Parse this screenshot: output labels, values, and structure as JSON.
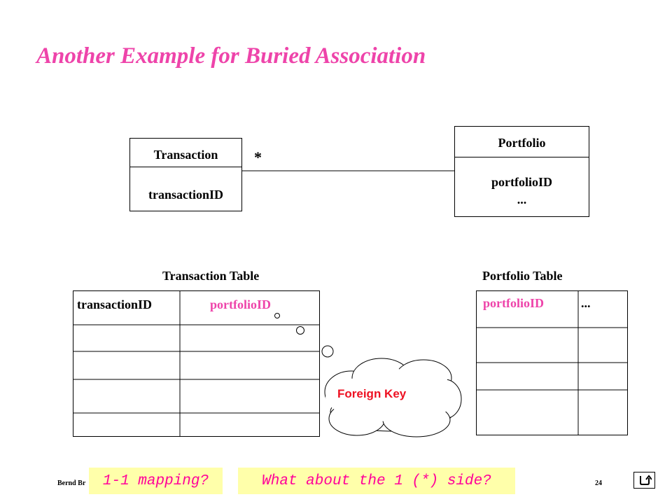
{
  "slide": {
    "title": "Another Example for Buried Association",
    "page_number": "24",
    "footer_author": "Bernd Br"
  },
  "uml": {
    "transaction": {
      "name": "Transaction",
      "attribute": "transactionID"
    },
    "portfolio": {
      "name": "Portfolio",
      "attribute": "portfolioID",
      "more": "..."
    },
    "multiplicity": "*"
  },
  "tables": {
    "transaction": {
      "caption": "Transaction Table",
      "columns": [
        "transactionID",
        "portfolioID"
      ]
    },
    "portfolio": {
      "caption": "Portfolio Table",
      "columns": [
        "portfolioID",
        "..."
      ]
    }
  },
  "cloud": {
    "label": "Foreign Key"
  },
  "callouts": {
    "mapping": "1-1 mapping?",
    "question": "What about the 1 (*) side?"
  },
  "colors": {
    "title": "#ee44aa",
    "callout_bg": "#ffffaa",
    "callout_text": "#ff0099",
    "cloud_text": "#ee1122"
  }
}
